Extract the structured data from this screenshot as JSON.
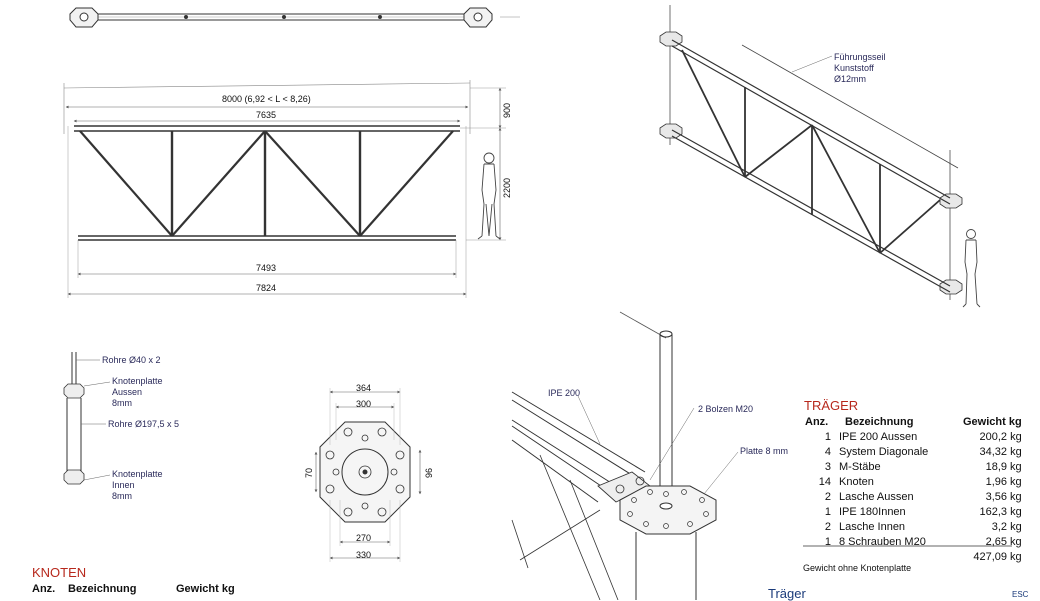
{
  "dimensions": {
    "overall_span": "8000 (6,92 < L < 8,26)",
    "top_chord": "7635",
    "bottom_chord": "7493",
    "total_length": "7824",
    "height_top": "900",
    "height_total": "2200",
    "plate_outer": "364",
    "plate_inner": "300",
    "plate_bottom_inner": "270",
    "plate_bottom_outer": "330",
    "plate_left": "70",
    "plate_right": "96"
  },
  "callouts": {
    "iso": [
      "Führungsseil",
      "Kunststoff",
      "Ø12mm"
    ],
    "post_tube": "Rohre Ø40 x 2",
    "knot_outer": [
      "Knotenplatte",
      "Aussen",
      "8mm"
    ],
    "post_tube_large": "Rohre Ø197,5 x 5",
    "knot_inner": [
      "Knotenplatte",
      "Innen",
      "8mm"
    ],
    "ipe": "IPE 200",
    "bolts": "2 Bolzen M20",
    "plate": "Platte 8 mm"
  },
  "traeger_table": {
    "title": "TRÄGER",
    "headers": [
      "Anz.",
      "Bezeichnung",
      "Gewicht kg"
    ],
    "rows": [
      {
        "qty": "1",
        "name": "IPE 200 Aussen",
        "weight": "200,2 kg"
      },
      {
        "qty": "4",
        "name": "System Diagonale",
        "weight": "34,32 kg"
      },
      {
        "qty": "3",
        "name": "M-Stäbe",
        "weight": "18,9 kg"
      },
      {
        "qty": "14",
        "name": "Knoten",
        "weight": "1,96 kg"
      },
      {
        "qty": "2",
        "name": "Lasche Aussen",
        "weight": "3,56 kg"
      },
      {
        "qty": "1",
        "name": "IPE 180Innen",
        "weight": "162,3 kg"
      },
      {
        "qty": "2",
        "name": "Lasche Innen",
        "weight": "3,2 kg"
      },
      {
        "qty": "1",
        "name": "8 Schrauben M20",
        "weight": "2,65 kg"
      }
    ],
    "total": "427,09 kg",
    "note": "Gewicht ohne Knotenplatte"
  },
  "knoten_table": {
    "title": "KNOTEN",
    "headers": [
      "Anz.",
      "Bezeichnung",
      "Gewicht kg"
    ]
  },
  "footer": {
    "title": "Träger",
    "esc": "ESC"
  }
}
